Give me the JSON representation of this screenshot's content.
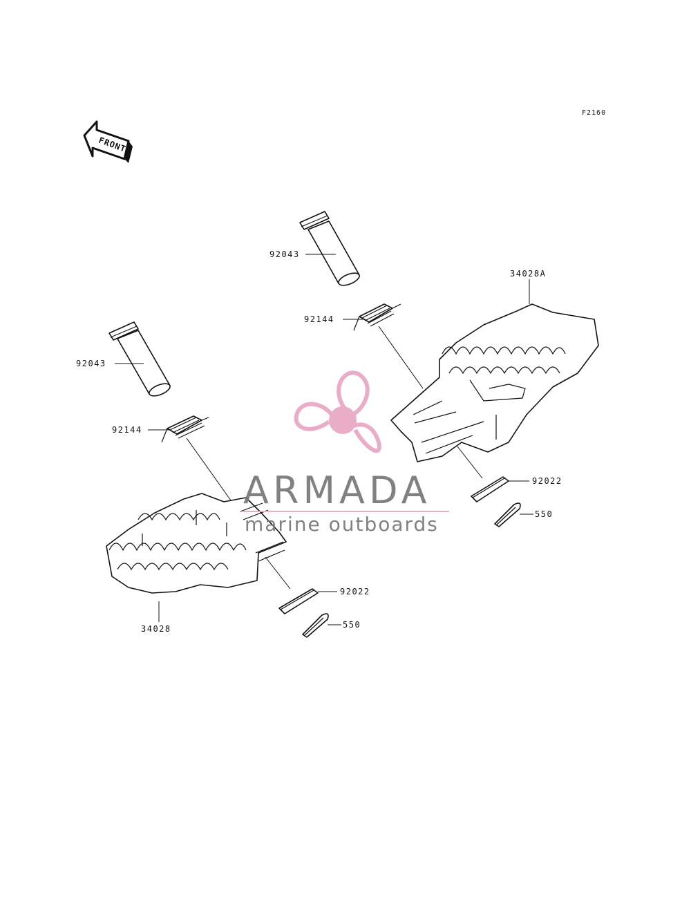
{
  "diagram": {
    "code": "F2160",
    "direction_label": "FRONT",
    "labels": [
      {
        "id": "pin-right",
        "text": "92043"
      },
      {
        "id": "spring-right",
        "text": "92144"
      },
      {
        "id": "peg-right",
        "text": "34028A"
      },
      {
        "id": "washer-right",
        "text": "92022"
      },
      {
        "id": "cotter-right",
        "text": "550"
      },
      {
        "id": "pin-left",
        "text": "92043"
      },
      {
        "id": "spring-left",
        "text": "92144"
      },
      {
        "id": "peg-left",
        "text": "34028"
      },
      {
        "id": "washer-left",
        "text": "92022"
      },
      {
        "id": "cotter-left",
        "text": "550"
      }
    ]
  },
  "watermark": {
    "title": "ARMADA",
    "subtitle": "marine outboards",
    "logo_color": "#e8a9c6",
    "text_color": "#7b7b7b"
  }
}
